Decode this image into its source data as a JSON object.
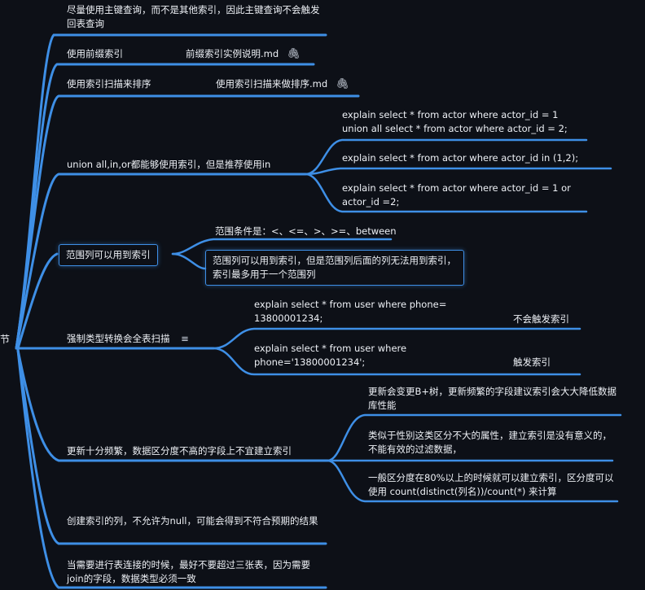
{
  "root": {
    "label": "节"
  },
  "branches": [
    {
      "id": "b1",
      "text": "尽量使用主键查询，而不是其他索引，因此主键查询不会触发回表查询"
    },
    {
      "id": "b2",
      "text": "使用前缀索引",
      "attachment": "前缀索引实例说明.md"
    },
    {
      "id": "b3",
      "text": "使用索引扫描来排序",
      "attachment": "使用索引扫描来做排序.md"
    },
    {
      "id": "b4",
      "text": "union all,in,or都能够使用索引，但是推荐使用in",
      "children": [
        "explain select * from actor where actor_id = 1 union all select * from actor where actor_id = 2;",
        "explain select * from actor where actor_id in (1,2);",
        "explain select * from actor where actor_id = 1 or actor_id =2;"
      ]
    },
    {
      "id": "b5",
      "text": "范围列可以用到索引",
      "children": [
        "范围条件是：<、<=、>、>=、between",
        "范围列可以用到索引，但是范围列后面的列无法用到索引，索引最多用于一个范围列"
      ]
    },
    {
      "id": "b6",
      "text": "强制类型转换会全表扫描",
      "icon": "notes-icon",
      "children": [
        {
          "text": "explain select * from user where phone= 13800001234;",
          "note": "不会触发索引"
        },
        {
          "text": "explain select * from user where phone='13800001234';",
          "note": "触发索引"
        }
      ]
    },
    {
      "id": "b7",
      "text": "更新十分频繁，数据区分度不高的字段上不宜建立索引",
      "children": [
        "更新会变更B+树，更新频繁的字段建议索引会大大降低数据库性能",
        "类似于性别这类区分不大的属性，建立索引是没有意义的，不能有效的过滤数据，",
        "一般区分度在80%以上的时候就可以建立索引，区分度可以使用 count(distinct(列名))/count(*) 来计算"
      ]
    },
    {
      "id": "b8",
      "text": "创建索引的列，不允许为null，可能会得到不符合预期的结果"
    },
    {
      "id": "b9",
      "text": "当需要进行表连接的时候，最好不要超过三张表，因为需要join的字段，数据类型必须一致"
    }
  ],
  "colors": {
    "background": "#0d1017",
    "line": "#3e8fe6",
    "line_light": "#5aa3f0",
    "text": "#eef1f6"
  }
}
